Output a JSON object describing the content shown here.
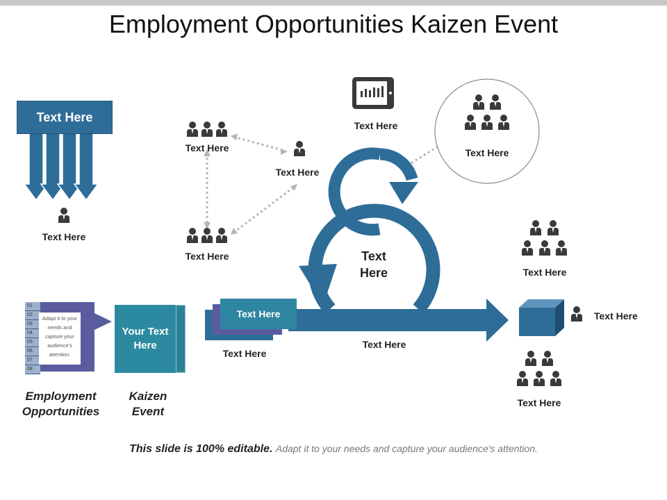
{
  "title": "Employment Opportunities Kaizen Event",
  "banner": "Text Here",
  "labels": {
    "below_banner": "Text Here",
    "group_top": "Text Here",
    "single_mid": "Text Here",
    "group_bottom": "Text Here",
    "tablet": "Text Here",
    "circle": "Text Here",
    "loop_center": "Text Here",
    "stack_front": "Text Here",
    "stack_below": "Text Here",
    "arrow_below": "Text Here",
    "right_group_top": "Text Here",
    "cube_person": "Text Here",
    "right_group_bottom": "Text Here"
  },
  "notepad": {
    "lines": [
      "01",
      "02",
      "03",
      "04",
      "05",
      "06",
      "07",
      "08"
    ],
    "text": "Adapt it to your needs and capture your audience's attention."
  },
  "kaizen_box": "Your Text Here",
  "captions": {
    "employment": "Employment Opportunities",
    "kaizen": "Kaizen Event"
  },
  "footer": {
    "bold": "This slide is 100% editable.",
    "normal": "Adapt it to your needs and capture your audience's attention."
  },
  "colors": {
    "primary": "#2e6d98",
    "teal": "#2c8aa0",
    "purple": "#5b5c9e",
    "icon": "#3a3a3a"
  }
}
